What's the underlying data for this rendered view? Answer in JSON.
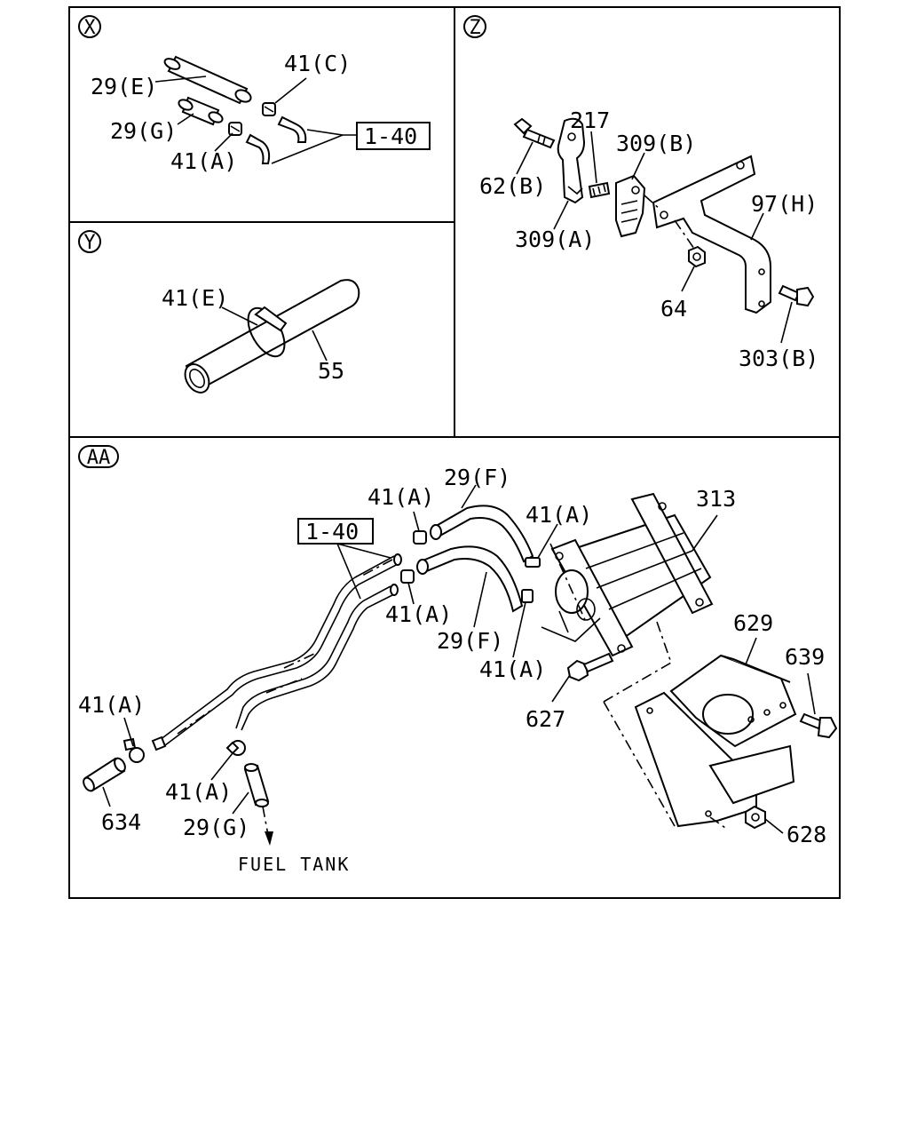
{
  "panels": {
    "x": {
      "tag": "X"
    },
    "y": {
      "tag": "Y"
    },
    "z": {
      "tag": "Z"
    },
    "aa": {
      "tag": "AA"
    }
  },
  "labels": {
    "x_29e": "29(E)",
    "x_41c": "41(C)",
    "x_29g": "29(G)",
    "x_41a": "41(A)",
    "x_ref": "1-40",
    "y_41e": "41(E)",
    "y_55": "55",
    "z_217": "217",
    "z_309b": "309(B)",
    "z_62b": "62(B)",
    "z_97h": "97(H)",
    "z_309a": "309(A)",
    "z_64": "64",
    "z_303b": "303(B)",
    "aa_29f_top": "29(F)",
    "aa_41a_top": "41(A)",
    "aa_41a_right": "41(A)",
    "aa_313": "313",
    "aa_ref": "1-40",
    "aa_41a_mid": "41(A)",
    "aa_29f_mid": "29(F)",
    "aa_41a_low": "41(A)",
    "aa_629": "629",
    "aa_639": "639",
    "aa_627": "627",
    "aa_41a_left": "41(A)",
    "aa_634": "634",
    "aa_41a_bottom": "41(A)",
    "aa_29g": "29(G)",
    "aa_fuel_tank": "FUEL TANK",
    "aa_628": "628"
  }
}
